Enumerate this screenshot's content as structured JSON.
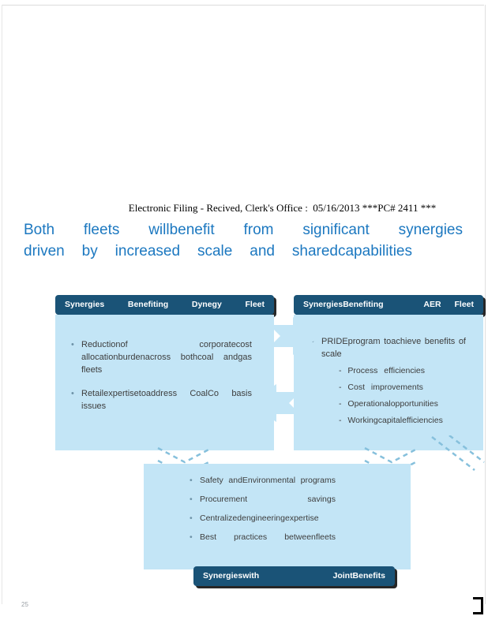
{
  "filing_header": "Electronic Filing - Recived, Clerk's Office :  05/16/2013 ***PC# 2411 ***",
  "title": {
    "line1": "Both fleets willbenefit from significant synergies",
    "line2": "driven by increased scale and sharedcapabilities"
  },
  "left_box": {
    "header_label": "Synergies Benefiting Dynegy Fleet",
    "bullets": [
      "Reductionof corporatecost allocationburdenacross bothcoal andgas fleets",
      "Retailexpertisetoaddress CoalCo basis issues"
    ]
  },
  "right_box": {
    "header_left": "SynergiesBenefiting",
    "header_right": "AER Fleet",
    "bullet": "PRIDEprogram toachieve benefits of scale",
    "sub_bullets": [
      "- Process efficiencies",
      "- Cost improvements",
      "- Operationalopportunities",
      "- Workingcapitalefficiencies"
    ]
  },
  "bottom_box": {
    "bullets": [
      "Safety andEnvironmental programs",
      "Procurement savings",
      "Centralizedengineeringexpertise",
      "Best practices betweenfleets"
    ],
    "header_label": "Synergieswith JointBenefits"
  },
  "page_number": "25",
  "colors": {
    "title_blue": "#1C78C0",
    "bar_navy": "#1A5377",
    "panel_blue": "#C3E5F6"
  }
}
